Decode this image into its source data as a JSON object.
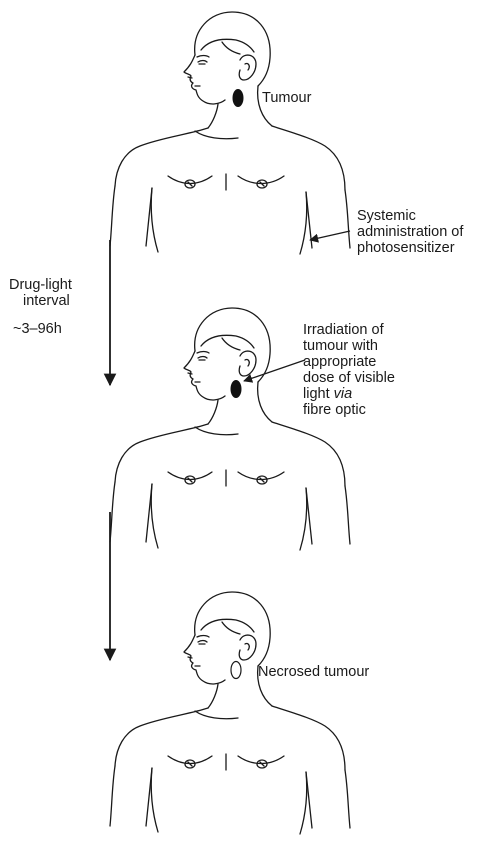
{
  "labels": {
    "tumour": "Tumour",
    "systemic": [
      "Systemic",
      "administration of",
      "photosensitizer"
    ],
    "interval_line1": "Drug-light",
    "interval_line2": "interval",
    "interval_range": "~3–96h",
    "irradiation": [
      "Irradiation of",
      "tumour with",
      "appropriate",
      "dose of visible",
      "light"
    ],
    "via": "via",
    "fibre_optic": "fibre optic",
    "necrosed": "Necrosed tumour"
  },
  "colors": {
    "ink": "#1a1a1a",
    "background": "#ffffff"
  }
}
